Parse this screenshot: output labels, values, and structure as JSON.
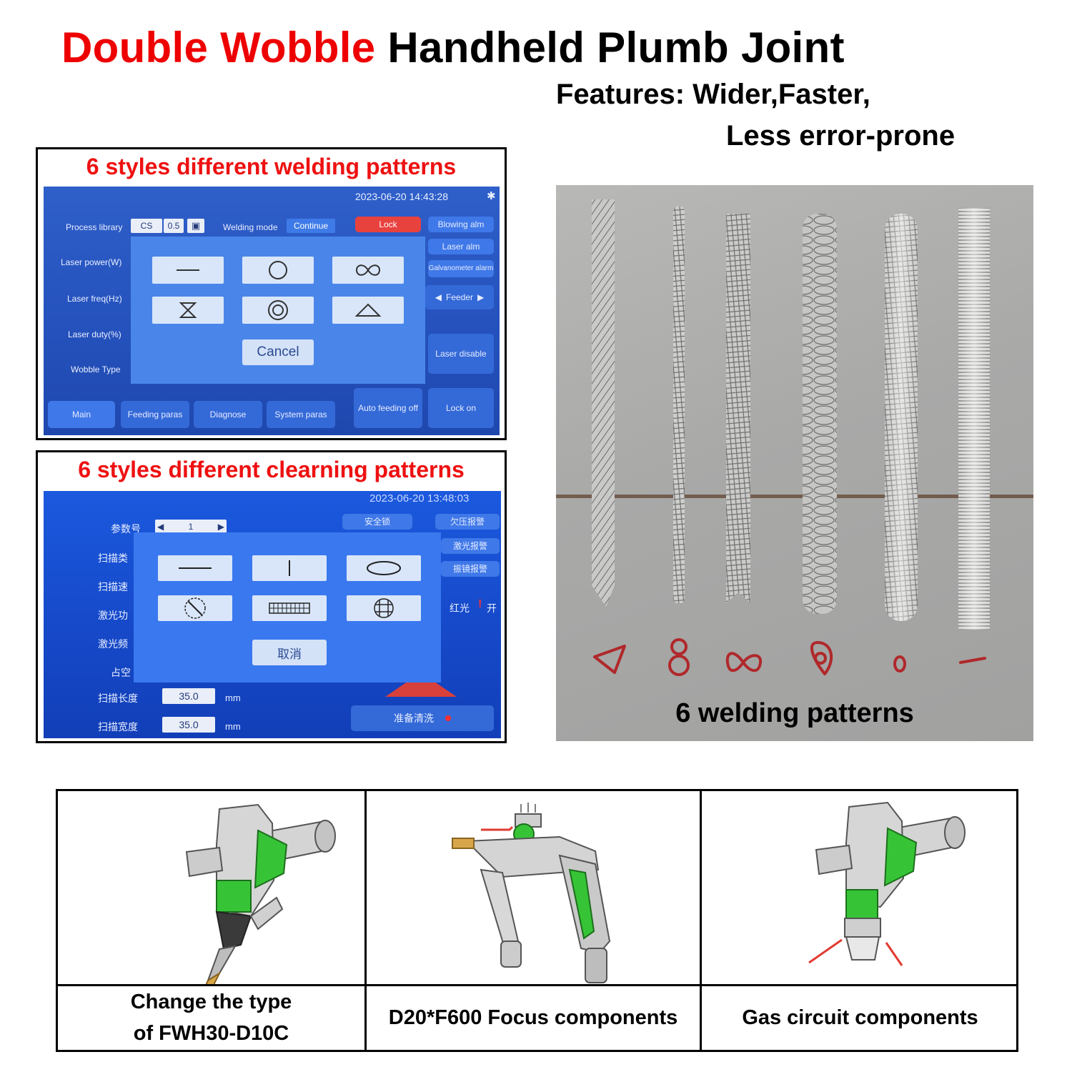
{
  "title": {
    "red_part": "Double Wobble",
    "black_part": "Handheld Plumb Joint"
  },
  "features": {
    "line1": "Features: Wider,Faster,",
    "line2": "Less error-prone"
  },
  "welding_panel": {
    "caption": "6 styles different welding patterns",
    "timestamp": "2023-06-20 14:43:28",
    "labels": {
      "process_library": "Process library",
      "laser_power": "Laser power(W)",
      "laser_freq": "Laser freq(Hz)",
      "laser_duty": "Laser duty(%)",
      "wobble_type": "Wobble Type",
      "welding_mode": "Welding mode"
    },
    "process_value_a": "CS",
    "process_value_b": "0.5",
    "welding_mode_value": "Continue",
    "buttons": {
      "lock": "Lock",
      "blowing_alm": "Blowing alm",
      "laser_alm": "Laser alm",
      "galvanometer_alarm": "Galvanometer alarm",
      "feeder": "Feeder",
      "laser_disable": "Laser disable",
      "auto_feeding_off": "Auto feeding off",
      "lock_on": "Lock on"
    },
    "tabs": [
      "Main",
      "Feeding paras",
      "Diagnose",
      "System paras"
    ],
    "dialog_cancel": "Cancel"
  },
  "cleaning_panel": {
    "caption": "6 styles different clearning patterns",
    "timestamp": "2023-06-20 13:48:03",
    "param_no_label": "参数号",
    "param_no_value": "1",
    "labels": [
      "扫描类",
      "扫描速",
      "激光功",
      "激光频",
      "占空"
    ],
    "scan_length_label": "扫描长度",
    "scan_length_value": "35.0",
    "scan_width_label": "扫描宽度",
    "scan_width_value": "35.0",
    "unit": "mm",
    "buttons": {
      "safety_lock": "安全锁",
      "undervoltage_alarm": "欠压报警",
      "laser_alarm": "激光报警",
      "galvo_alarm": "振镜报警",
      "red_light": "红光",
      "on": "开",
      "prepare_cleaning": "准备清洗"
    },
    "dialog_cancel": "取消"
  },
  "photo": {
    "caption": "6 welding patterns"
  },
  "components": [
    {
      "label": "Change the type\nof FWH30-D10C"
    },
    {
      "label": "D20*F600 Focus components"
    },
    {
      "label": "Gas circuit components"
    }
  ],
  "colors": {
    "accent_red": "#ee0000",
    "screen_blue": "#2552bd",
    "dialog_blue": "#4a86ea",
    "torch_green": "#36c436"
  }
}
